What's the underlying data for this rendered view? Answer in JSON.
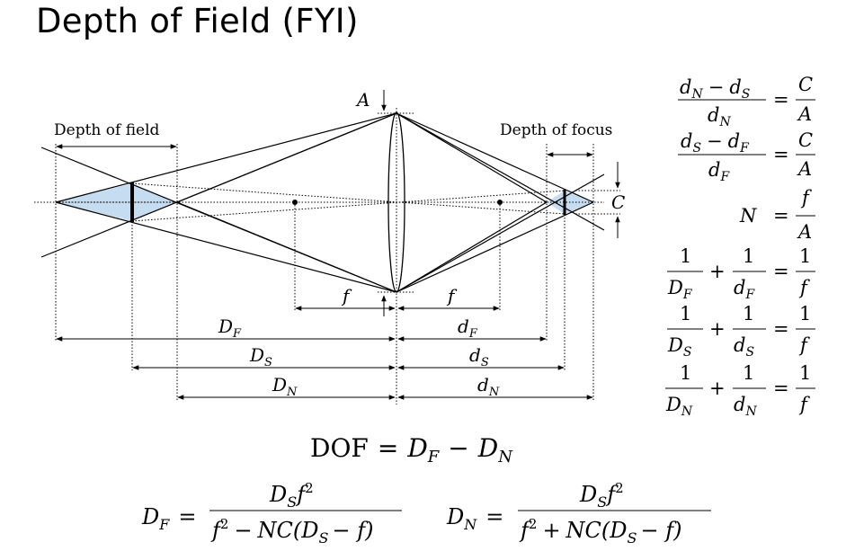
{
  "title": "Depth of Field (FYI)",
  "diagram": {
    "label_depth_of_field": "Depth of field",
    "label_depth_of_focus": "Depth of focus",
    "label_A": "A",
    "label_C": "C",
    "label_f": "f",
    "label_DF": "D",
    "label_DF_sub": "F",
    "label_DS": "D",
    "label_DS_sub": "S",
    "label_DN": "D",
    "label_DN_sub": "N",
    "label_dF": "d",
    "label_dF_sub": "F",
    "label_dS": "d",
    "label_dS_sub": "S",
    "label_dN": "d",
    "label_dN_sub": "N"
  },
  "equations": {
    "eq1": {
      "num_a": "d",
      "num_a_sub": "N",
      "minus": "−",
      "num_b": "d",
      "num_b_sub": "S",
      "den": "d",
      "den_sub": "N",
      "equals": "=",
      "rhs_num": "C",
      "rhs_den": "A"
    },
    "eq2": {
      "num_a": "d",
      "num_a_sub": "S",
      "minus": "−",
      "num_b": "d",
      "num_b_sub": "F",
      "den": "d",
      "den_sub": "F",
      "equals": "=",
      "rhs_num": "C",
      "rhs_den": "A"
    },
    "eq3": {
      "lhs": "N",
      "equals": "=",
      "rhs_num": "f",
      "rhs_den": "A"
    },
    "eq4": {
      "one": "1",
      "den_a": "D",
      "den_a_sub": "F",
      "plus": "+",
      "den_b": "d",
      "den_b_sub": "F",
      "equals": "=",
      "rhs_num": "1",
      "rhs_den": "f"
    },
    "eq5": {
      "one": "1",
      "den_a": "D",
      "den_a_sub": "S",
      "plus": "+",
      "den_b": "d",
      "den_b_sub": "S",
      "equals": "=",
      "rhs_num": "1",
      "rhs_den": "f"
    },
    "eq6": {
      "one": "1",
      "den_a": "D",
      "den_a_sub": "N",
      "plus": "+",
      "den_b": "d",
      "den_b_sub": "N",
      "equals": "=",
      "rhs_num": "1",
      "rhs_den": "f"
    },
    "dof": {
      "text": "DOF",
      "equals": "=",
      "a": "D",
      "a_sub": "F",
      "minus": "−",
      "b": "D",
      "b_sub": "N"
    },
    "df_formula": {
      "lhs": "D",
      "lhs_sub": "F",
      "equals": "=",
      "num": "D",
      "num_sub": "S",
      "num_f": "f",
      "sq": "2",
      "den_f": "f",
      "den_sq": "2",
      "den_op": "−",
      "den_rest": "NC(D",
      "den_rest_sub": "S",
      "den_tail": "− f)"
    },
    "dn_formula": {
      "lhs": "D",
      "lhs_sub": "N",
      "equals": "=",
      "num": "D",
      "num_sub": "S",
      "num_f": "f",
      "sq": "2",
      "den_f": "f",
      "den_sq": "2",
      "den_op": "+",
      "den_rest": "NC(D",
      "den_rest_sub": "S",
      "den_tail": "− f)"
    }
  }
}
